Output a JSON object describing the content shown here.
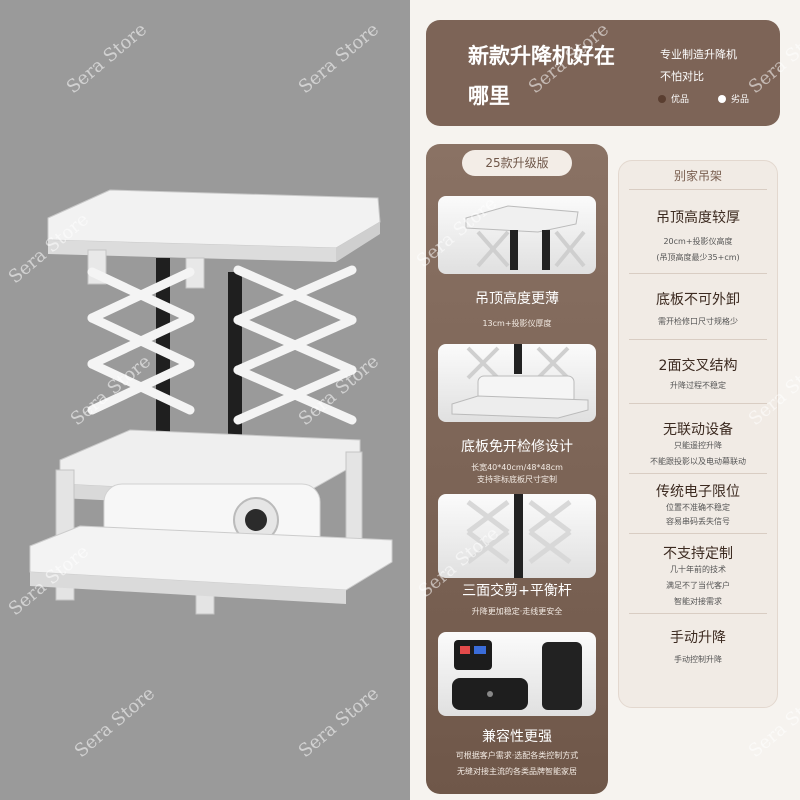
{
  "watermark": "Sera Store",
  "header": {
    "title": "新款升降机好在哪里",
    "subtitle_line1": "专业制造升降机",
    "subtitle_line2": "不怕对比",
    "legend": [
      {
        "label": "优品",
        "color": "#5a3e30"
      },
      {
        "label": "劣品",
        "color": "#ffffff"
      }
    ]
  },
  "ours": {
    "badge": "25款升级版",
    "features": [
      {
        "title": "吊顶高度更薄",
        "desc": [
          "13cm+投影仪厚度"
        ]
      },
      {
        "title": "底板免开检修设计",
        "desc": [
          "长宽40*40cm/48*48cm",
          "支持非标底板尺寸定制"
        ]
      },
      {
        "title": "三面交剪+平衡杆",
        "desc": [
          "升降更加稳定·走线更安全"
        ]
      },
      {
        "title": "兼容性更强",
        "desc": [
          "可根据客户需求·选配各类控制方式",
          "无缝对接主流的各类品牌智能家居"
        ]
      }
    ]
  },
  "others": {
    "badge": "别家吊架",
    "items": [
      {
        "title": "吊顶高度较厚",
        "desc": [
          "20cm+投影仪高度",
          "(吊顶高度最少35+cm)"
        ]
      },
      {
        "title": "底板不可外卸",
        "desc": [
          "需开检修口尺寸规格少"
        ]
      },
      {
        "title": "2面交叉结构",
        "desc": [
          "升降过程不稳定"
        ]
      },
      {
        "title": "无联动设备",
        "desc": [
          "只能遥控升降",
          "不能跟投影以及电动幕联动"
        ]
      },
      {
        "title": "传统电子限位",
        "desc": [
          "位置不准确不稳定",
          "容易串码丢失信号"
        ]
      },
      {
        "title": "不支持定制",
        "desc": [
          "几十年前的技术",
          "满足不了当代客户",
          "智能对接需求"
        ]
      },
      {
        "title": "手动升降",
        "desc": [
          "手动控制升降"
        ]
      }
    ]
  }
}
